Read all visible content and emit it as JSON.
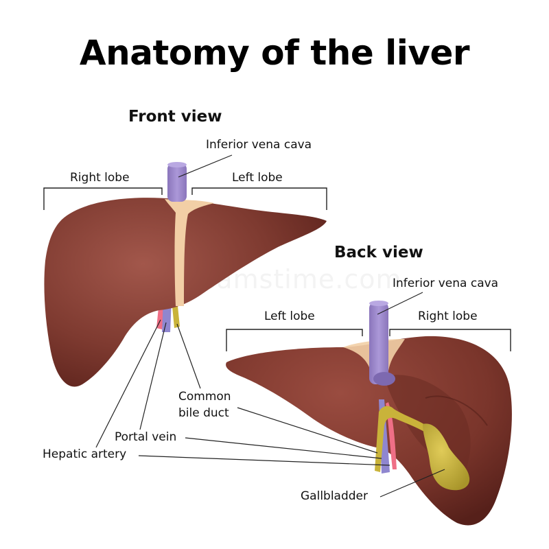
{
  "title": "Anatomy of the liver",
  "watermark": "dreamstime.com",
  "front": {
    "heading": "Front view",
    "inferior_vena_cava": "Inferior vena cava",
    "right_lobe": "Right lobe",
    "left_lobe": "Left lobe",
    "common_bile_duct_line1": "Common",
    "common_bile_duct_line2": "bile duct",
    "portal_vein": "Portal vein",
    "hepatic_artery": "Hepatic artery"
  },
  "back": {
    "heading": "Back view",
    "inferior_vena_cava": "Inferior vena cava",
    "left_lobe": "Left lobe",
    "right_lobe": "Right lobe",
    "gallbladder": "Gallbladder"
  },
  "colors": {
    "liver": "#7e3a30",
    "liver_dark": "#5e241d",
    "vena_cava": "#9b87c9",
    "ligament": "#f2cfa6",
    "bile_duct": "#c9b33a",
    "artery": "#ef6f86",
    "portal_vein": "#8f86cf",
    "gallbladder": "#c7b23a"
  }
}
